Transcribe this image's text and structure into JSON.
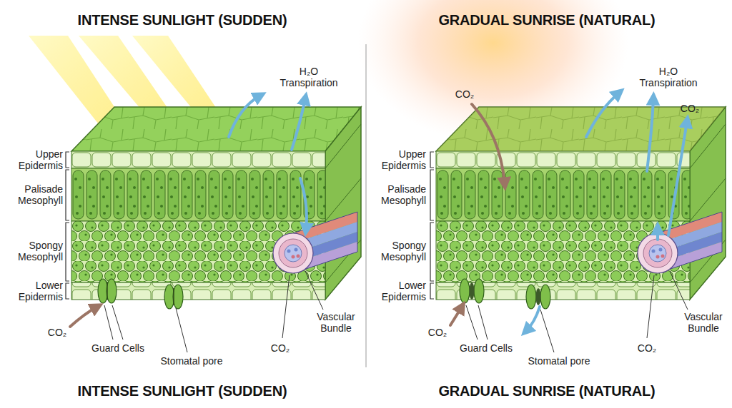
{
  "diagram": {
    "labels": [
      "INTENSE SUNLIGHT (SUDDEN)",
      "H₂O Transpiration",
      "Upper Epidermis",
      "Palisade Mesophyll",
      "Spongy Mesophyll",
      "Lower Epidermis",
      "CO₂",
      "Guard Cells",
      "Stomatal pore",
      "CO₂",
      "Vascular Bundle",
      "INTENSE SUNLIGHT (SUDDEN)",
      "GRADUAL SUNRISE (NATURAL)",
      "H₂O Transpiration",
      "CO₂",
      "CO₂",
      "Upper Epidermis",
      "Palisade Mesophyll",
      "Spongy Mesophyll",
      "Lower Epidermis",
      "CO₂",
      "Guard Cells",
      "Stomatal pore",
      "CO₂",
      "Vascular Bundle",
      "GRADUAL SUNRISE (NATURAL)"
    ]
  }
}
